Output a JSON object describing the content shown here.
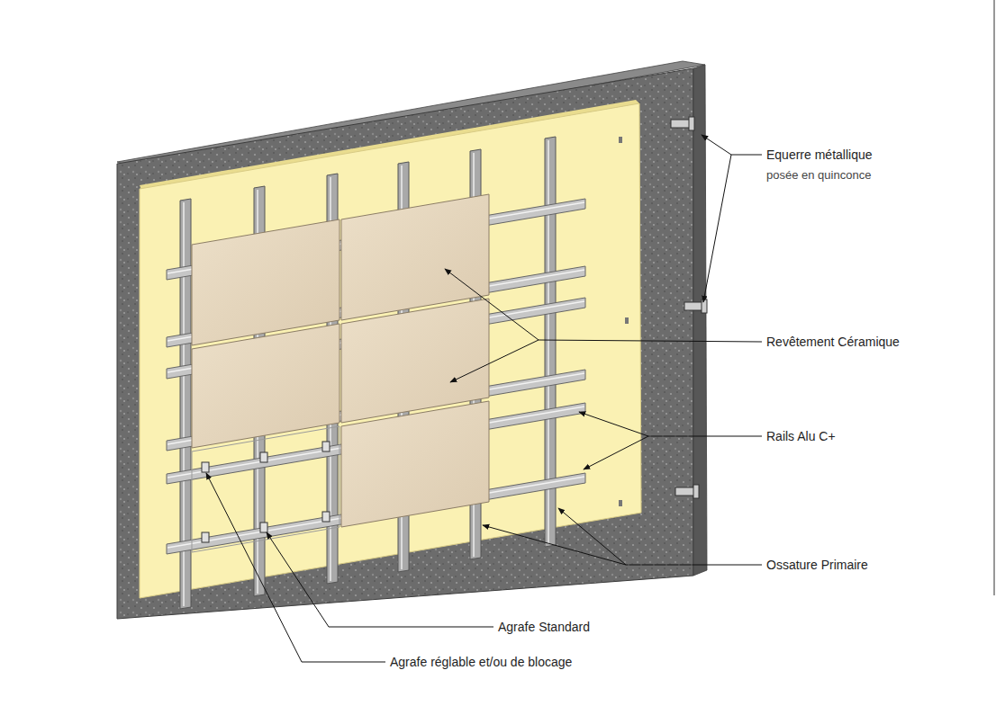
{
  "diagram": {
    "labels": [
      "Equerre métallique",
      "posée en quinconce",
      "Revêtement Céramique",
      "Rails Alu C+",
      "Ossature Primaire",
      "Agrafe Standard",
      "Agrafe réglable et/ou de blocage"
    ]
  }
}
